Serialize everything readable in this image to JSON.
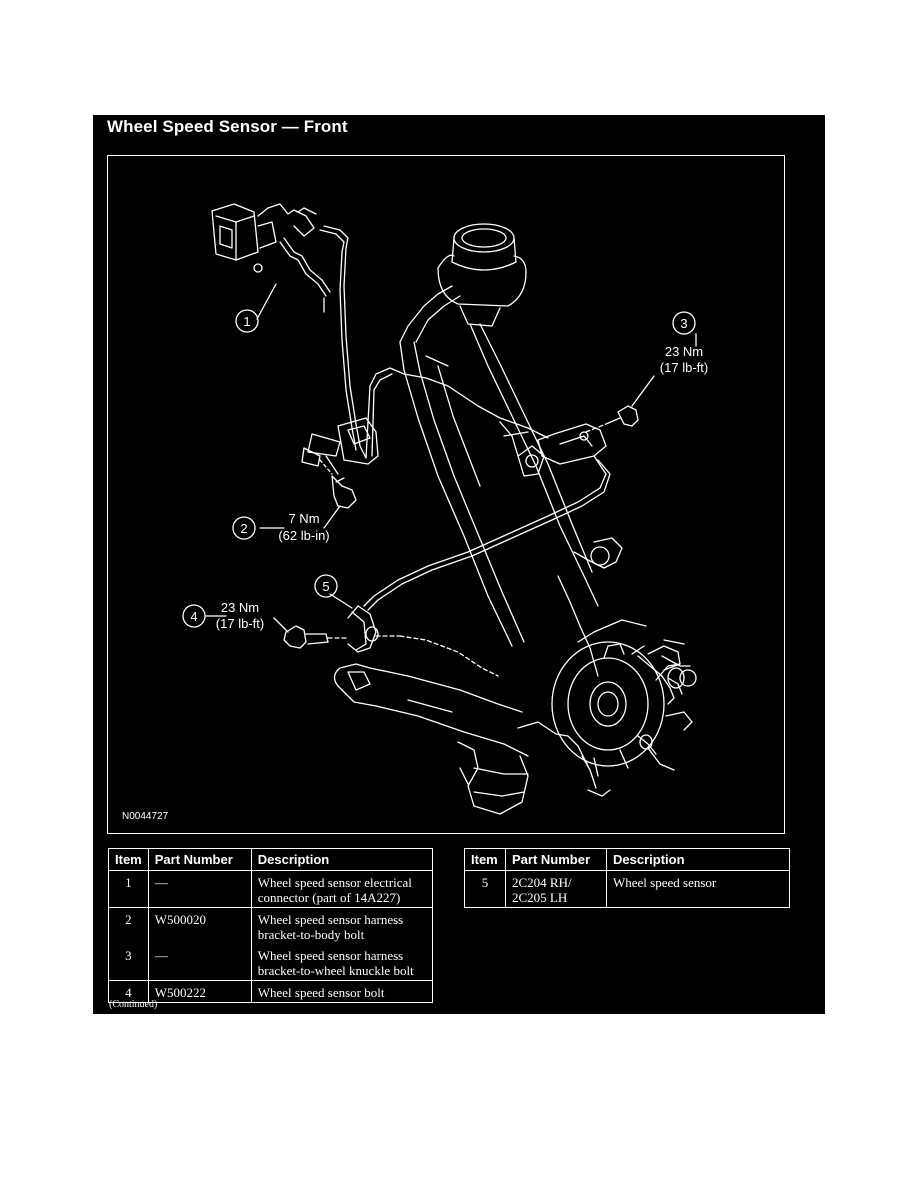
{
  "title": "Wheel Speed Sensor — Front",
  "figure_code": "N0044727",
  "callouts": [
    {
      "num": "1"
    },
    {
      "num": "2",
      "line1": "7 Nm",
      "line2": "(62 lb-in)"
    },
    {
      "num": "3",
      "line1": "23 Nm",
      "line2": "(17 lb-ft)"
    },
    {
      "num": "4",
      "line1": "23 Nm",
      "line2": "(17 lb-ft)"
    },
    {
      "num": "5"
    }
  ],
  "table_headers": {
    "item": "Item",
    "part_number": "Part Number",
    "description": "Description"
  },
  "table1": [
    {
      "item": "1",
      "part": "—",
      "desc1": "Wheel speed sensor electrical",
      "desc2": "connector (part of 14A227)"
    },
    {
      "item": "2",
      "part": "W500020",
      "desc1": "Wheel speed sensor harness",
      "desc2": "bracket-to-body bolt"
    },
    {
      "item": "3",
      "part": "—",
      "desc1": "Wheel speed sensor harness",
      "desc2": "bracket-to-wheel knuckle bolt"
    },
    {
      "item": "4",
      "part": "W500222",
      "desc1": "Wheel speed sensor bolt",
      "desc2": ""
    }
  ],
  "table2": [
    {
      "item": "5",
      "part1": "2C204 RH/",
      "part2": "2C205 LH",
      "desc1": "Wheel speed sensor"
    }
  ],
  "continued": "(Continued)"
}
